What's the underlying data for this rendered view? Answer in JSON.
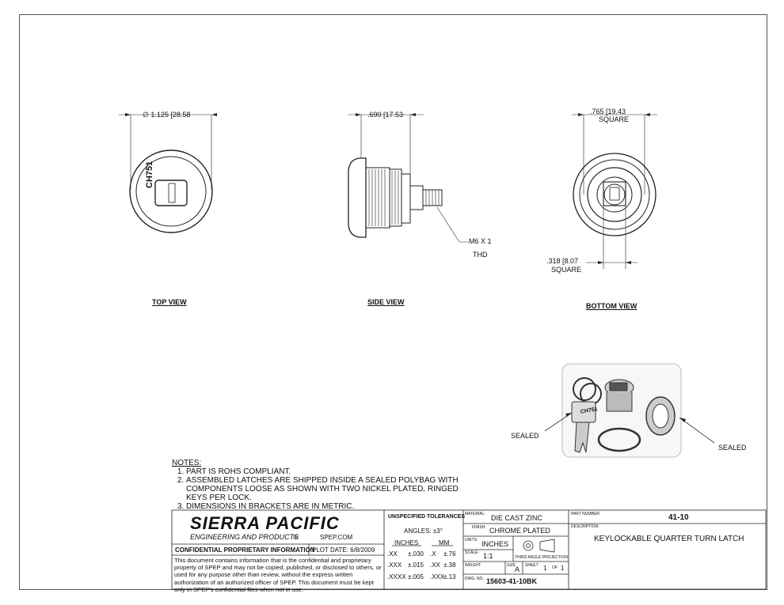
{
  "dimensions": {
    "top_dia": "∅ 1.125 [28.58",
    "side_len": ".690 [17.53",
    "bottom_sq": ".765 [19.43",
    "bottom_sq_word": "SQUARE",
    "bottom_small": ".318 [8.07",
    "bottom_small_word": "SQUARE",
    "thread": "M6 X 1",
    "thread_word": "THD"
  },
  "key_mark": "CH751",
  "photo_key_mark": "CH751",
  "views": {
    "top": "TOP VIEW",
    "side": "SIDE  VIEW",
    "bottom": "BOTTOM VIEW"
  },
  "callouts": {
    "left": "SEALED",
    "right": "SEALED"
  },
  "notes": {
    "heading": "NOTES:",
    "items": [
      "PART IS ROHS COMPLIANT.",
      "ASSEMBLED LATCHES ARE SHIPPED INSIDE A SEALED POLYBAG WITH COMPONENTS LOOSE AS SHOWN WITH TWO NICKEL PLATED, RINGED KEYS PER LOCK.",
      "DIMENSIONS IN BRACKETS ARE IN METRIC."
    ]
  },
  "title_block": {
    "company": "SIERRA PACIFIC",
    "company_sub": "ENGINEERING AND PRODUCTS",
    "reg_mark": "®",
    "website": "SPEP.COM",
    "confidential": "CONFIDENTIAL PROPRIETARY INFORMATION",
    "plot_date": "PLOT DATE:  6/8/2009",
    "disclaimer": "This document contains information that is the confidential and proprietary property of SPEP and may not be copied, published, or disclosed to others, or used for any purpose  other than review, without the express written authorization of an authorized officer of SPEP. This document must be kept only in SPEP's confidential files when not in use.",
    "tolerances_title": "UNSPECIFIED TOLERANCES",
    "angles": "ANGLES:  ±3°",
    "inches_hdr": "INCHES",
    "mm_hdr": "MM",
    "tol_rows": [
      {
        "in_p": ".XX",
        "in_v": "±.030",
        "mm_p": ".X",
        "mm_v": "±.76"
      },
      {
        "in_p": ".XXX",
        "in_v": "±.015",
        "mm_p": ".XX",
        "mm_v": "±.38"
      },
      {
        "in_p": ".XXXX",
        "in_v": "±.005",
        "mm_p": ".XXX",
        "mm_v": "±.13"
      }
    ],
    "material_lbl": "MATERIAL:",
    "material": "DIE CAST ZINC",
    "finish_lbl": "FINISH:",
    "finish": "CHROME PLATED",
    "units_lbl": "UNITS:",
    "units": "INCHES",
    "scale_lbl": "SCALE:",
    "scale": "1:1",
    "projection": "THIRD ANGLE PROJECTION",
    "weight_lbl": "WEIGHT:",
    "size_lbl": "SIZE",
    "size": "A",
    "sheet_lbl": "SHEET",
    "sheet_no": "1",
    "of_lbl": "OF",
    "sheet_total": "1",
    "dwg_lbl": "DWG. NO.",
    "dwg_no": "15603-41-10BK",
    "part_lbl": "PART NUMBER:",
    "part_no": "41-10",
    "desc_lbl": "DESCRIPTION:",
    "description": "KEYLOCKABLE QUARTER TURN LATCH"
  }
}
